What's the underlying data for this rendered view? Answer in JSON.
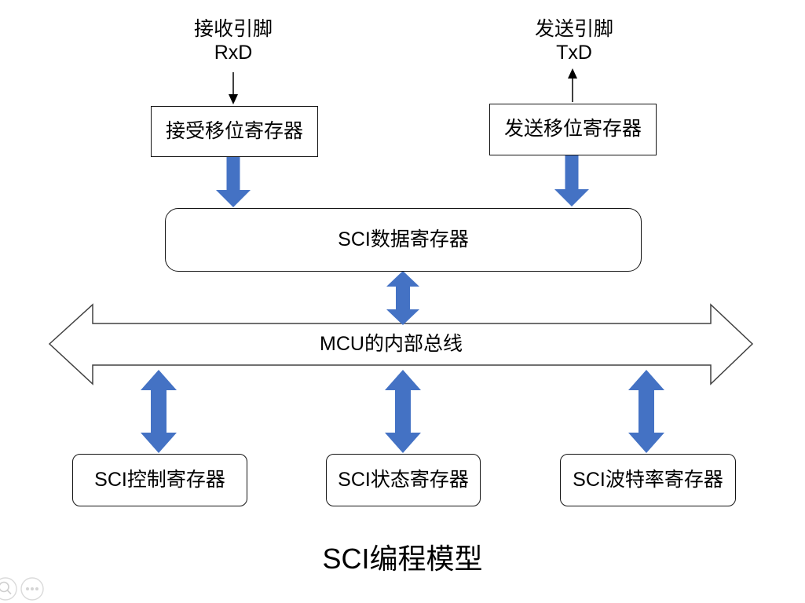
{
  "diagram": {
    "title": "SCI编程模型",
    "pins": {
      "rx": {
        "label": "接收引脚",
        "name": "RxD"
      },
      "tx": {
        "label": "发送引脚",
        "name": "TxD"
      }
    },
    "nodes": {
      "receive_shift": "接受移位寄存器",
      "transmit_shift": "发送移位寄存器",
      "data_register": "SCI数据寄存器",
      "internal_bus": "MCU的内部总线",
      "control_register": "SCI控制寄存器",
      "status_register": "SCI状态寄存器",
      "baud_register": "SCI波特率寄存器"
    },
    "colors": {
      "arrow_blue": "#4472C4",
      "shape_outline": "#404040"
    }
  },
  "corner_controls": {
    "zoom_button": "magnifier",
    "more_button": "ellipsis"
  }
}
